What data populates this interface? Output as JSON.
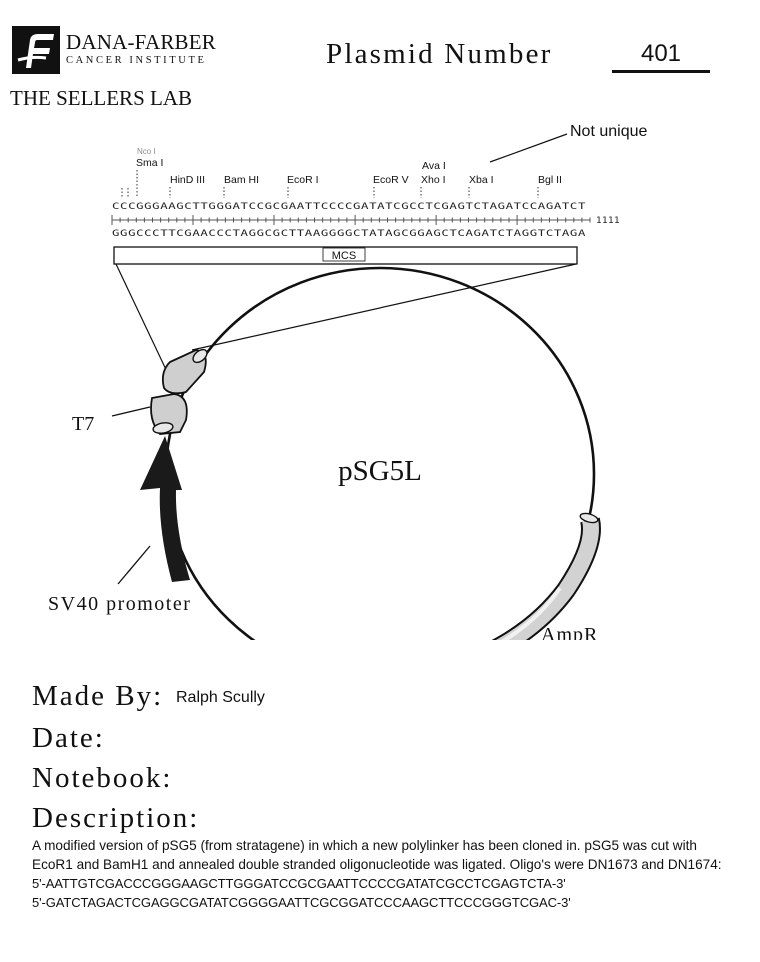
{
  "header": {
    "institution_name": "DANA-FARBER",
    "institution_sub": "CANCER INSTITUTE",
    "lab_name": "THE SELLERS LAB",
    "plasmid_label": "Plasmid Number",
    "plasmid_number": "401"
  },
  "map": {
    "plasmid_name": "pSG5L",
    "note_not_unique": "Not unique",
    "partial_site_top": "Nco I",
    "sites": [
      "Sma I",
      "HinD III",
      "Bam HI",
      "EcoR I",
      "EcoR V",
      "Ava I",
      "Xho I",
      "Xba I",
      "Bgl II"
    ],
    "seq_top": "CCCGGGAAGCTTGGGATCCGCGAATTCCCCGATATCGCCTCGAGTCTAGATCCAGATCT",
    "seq_bottom": "GGGCCCTTCGAACCCTAGGCGCTTAAGGGGCTATAGCGGAGCTCAGATCTAGGTCTAGA",
    "seq_coord": "1111",
    "mcs_label": "MCS",
    "features": [
      "T7",
      "SV40 promoter",
      "AmpR"
    ]
  },
  "form": {
    "made_by_label": "Made By:",
    "made_by_value": "Ralph Scully",
    "date_label": "Date:",
    "notebook_label": "Notebook:",
    "description_label": "Description:",
    "description_text": "A modified version of pSG5 (from stratagene) in which a new polylinker has been cloned in.  pSG5 was cut with EcoR1 and BamH1 and annealed double stranded oligonucleotide was ligated. Oligo's were DN1673 and DN1674:",
    "oligo_1": "5'-AATTGTCGACCCGGGAAGCTTGGGATCCGCGAATTCCCCGATATCGCCTCGAGTCTA-3'",
    "oligo_2": "5'-GATCTAGACTCGAGGCGATATCGGGGAATTCGCGGATCCCAAGCTTCCCGGGTCGAC-3'"
  }
}
